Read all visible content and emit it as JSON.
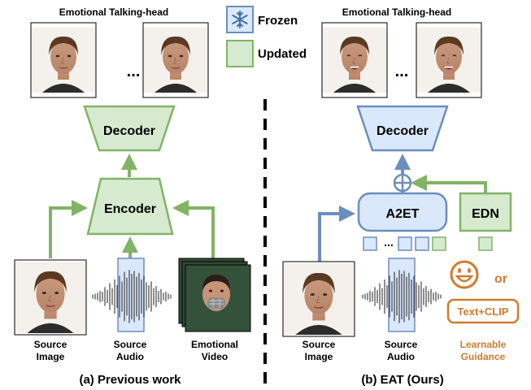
{
  "colors": {
    "green_fill": "#d6ead0",
    "green_stroke": "#82b366",
    "blue_fill": "#dae8fc",
    "blue_stroke": "#6c8ebf",
    "orange": "#d07b2c",
    "black": "#000000"
  },
  "legend": {
    "frozen_label": "Frozen",
    "updated_label": "Updated",
    "frozen_icon": "snowflake-icon"
  },
  "left": {
    "top_title": "Emotional Talking-head",
    "ellipsis": "...",
    "decoder_label": "Decoder",
    "encoder_label": "Encoder",
    "source_image_label_1": "Source",
    "source_image_label_2": "Image",
    "source_audio_label_1": "Source",
    "source_audio_label_2": "Audio",
    "emotional_video_label_1": "Emotional",
    "emotional_video_label_2": "Video",
    "caption": "(a) Previous work"
  },
  "right": {
    "top_title": "Emotional Talking-head",
    "ellipsis": "...",
    "decoder_label": "Decoder",
    "a2et_label": "A2ET",
    "edn_label": "EDN",
    "token_ellipsis": "...",
    "source_image_label_1": "Source",
    "source_image_label_2": "Image",
    "source_audio_label_1": "Source",
    "source_audio_label_2": "Audio",
    "or_label": "or",
    "text_clip_label": "Text+CLIP",
    "guidance_label_1": "Learnable",
    "guidance_label_2": "Guidance",
    "caption": "(b) EAT (Ours)"
  }
}
